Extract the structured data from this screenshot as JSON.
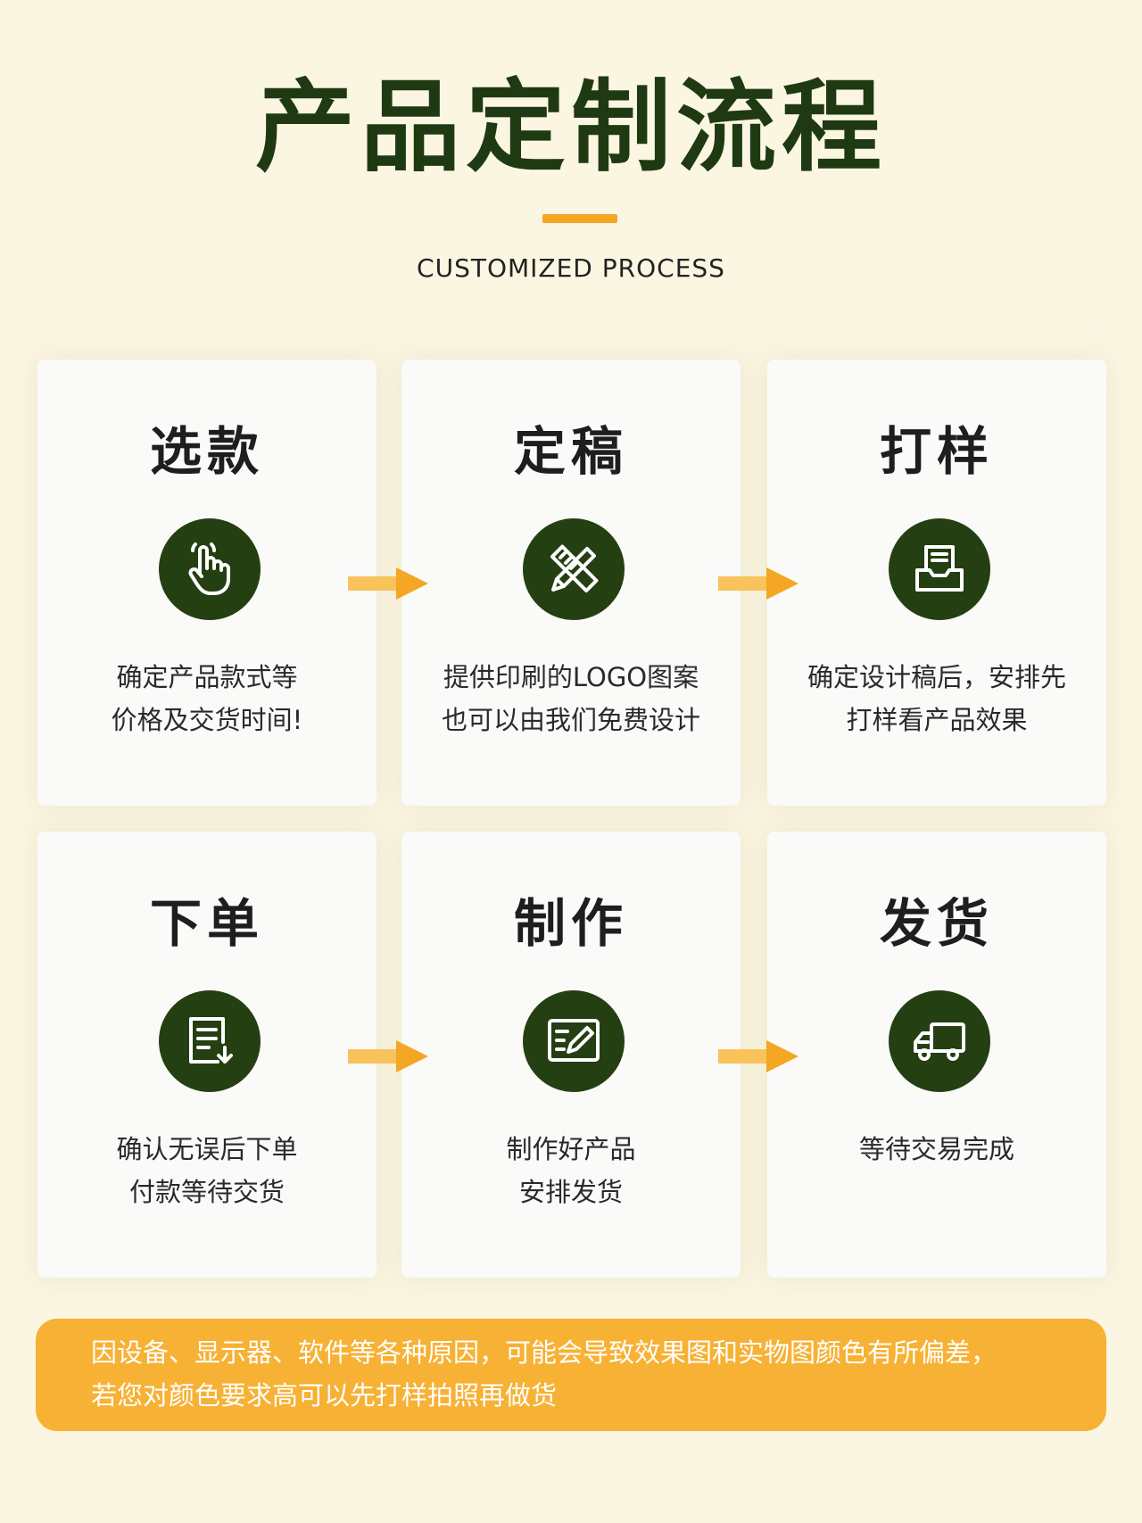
{
  "header": {
    "title": "产品定制流程",
    "subtitle": "CUSTOMIZED PROCESS"
  },
  "colors": {
    "background": "#fbf6e2",
    "title": "#1f3a12",
    "icon_circle": "#243f12",
    "accent": "#f5a623",
    "notice_bg": "#f7b134"
  },
  "steps": [
    {
      "title": "选款",
      "icon": "hand-pointer-icon",
      "desc": [
        "确定产品款式等",
        "价格及交货时间!"
      ]
    },
    {
      "title": "定稿",
      "icon": "pencil-ruler-icon",
      "desc": [
        "提供印刷的LOGO图案",
        "也可以由我们免费设计"
      ]
    },
    {
      "title": "打样",
      "icon": "printer-icon",
      "desc": [
        "确定设计稿后，安排先",
        "打样看产品效果"
      ]
    },
    {
      "title": "下单",
      "icon": "document-download-icon",
      "desc": [
        "确认无误后下单",
        "付款等待交货"
      ]
    },
    {
      "title": "制作",
      "icon": "edit-board-icon",
      "desc": [
        "制作好产品",
        "安排发货"
      ]
    },
    {
      "title": "发货",
      "icon": "delivery-truck-icon",
      "desc": [
        "等待交易完成"
      ]
    }
  ],
  "notice": {
    "lines": [
      "因设备、显示器、软件等各种原因，可能会导致效果图和实物图颜色有所偏差，",
      "若您对颜色要求高可以先打样拍照再做货"
    ]
  }
}
